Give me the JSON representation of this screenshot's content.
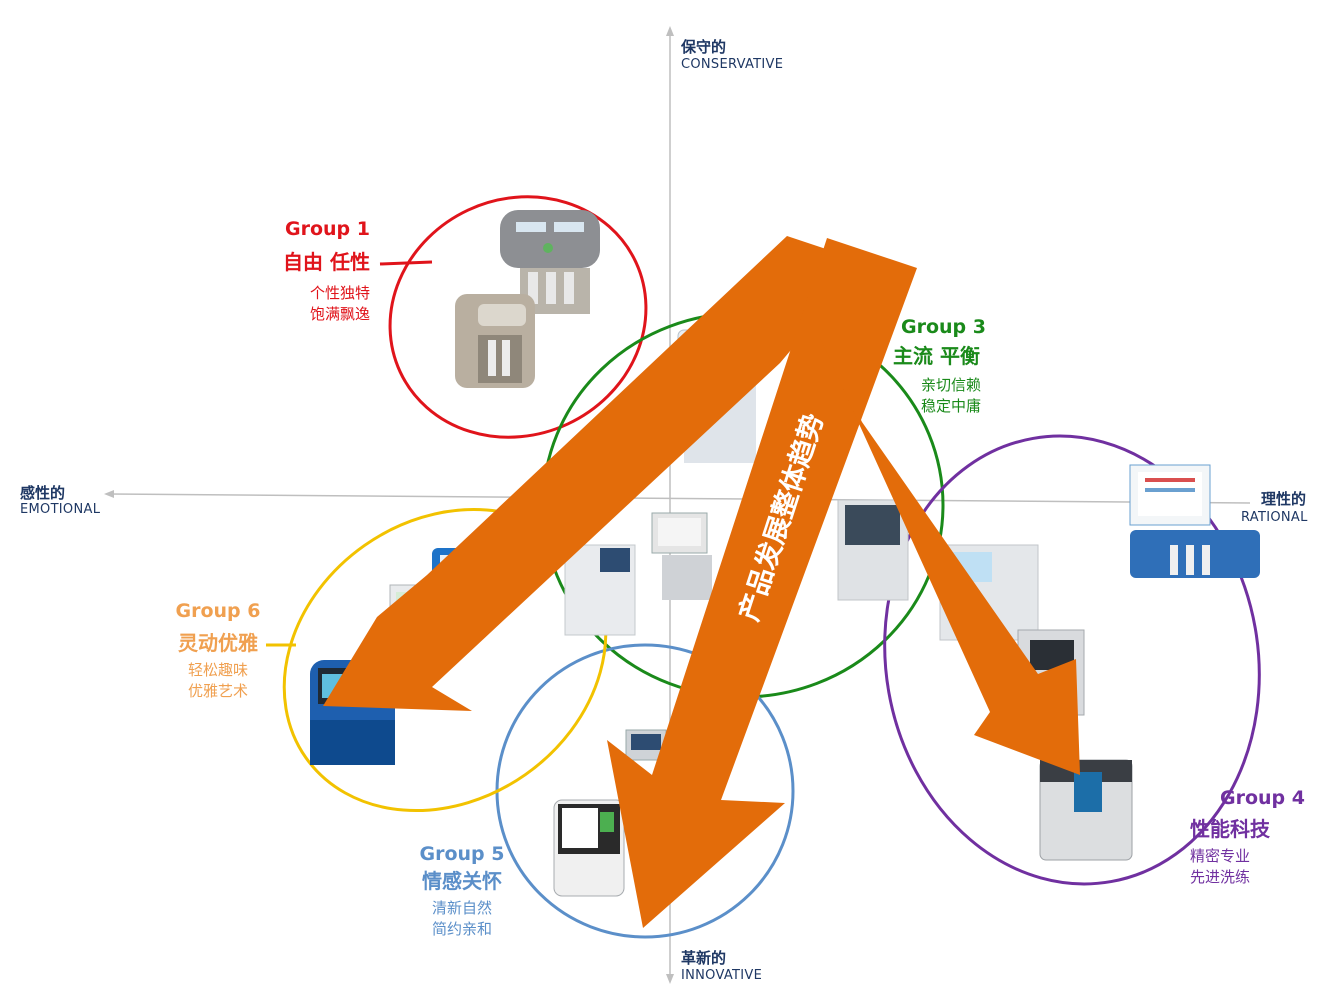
{
  "axes": {
    "top": {
      "cn": "保守的",
      "en": "CONSERVATIVE"
    },
    "bottom": {
      "cn": "革新的",
      "en": "INNOVATIVE"
    },
    "left": {
      "cn": "感性的",
      "en": "EMOTIONAL"
    },
    "right": {
      "cn": "理性的",
      "en": "RATIONAL"
    }
  },
  "trend_label": "产品发展整体趋势",
  "colors": {
    "group1": "#e0141b",
    "group3": "#1a8a1a",
    "group4": "#7030a0",
    "group5": "#5b8fc9",
    "group6": "#f0a050",
    "ring6": "#f2c200",
    "arrow": "#e36c0a",
    "axis": "#bfbfbf",
    "axis_text": "#1f3864"
  },
  "groups": [
    {
      "id": "group1",
      "title": "Group 1",
      "keywords": "自由 任性",
      "desc": [
        "个性独特",
        "饱满飘逸"
      ]
    },
    {
      "id": "group3",
      "title": "Group 3",
      "keywords": "主流  平衡",
      "desc": [
        "亲切信赖",
        "稳定中庸"
      ]
    },
    {
      "id": "group4",
      "title": "Group 4",
      "keywords": "性能科技",
      "desc": [
        "精密专业",
        "先进洗练"
      ]
    },
    {
      "id": "group5",
      "title": "Group 5",
      "keywords": "情感关怀",
      "desc": [
        "清新自然",
        "简约亲和"
      ]
    },
    {
      "id": "group6",
      "title": "Group 6",
      "keywords": "灵动优雅",
      "desc": [
        "轻松趣味",
        "优雅艺术"
      ]
    }
  ]
}
